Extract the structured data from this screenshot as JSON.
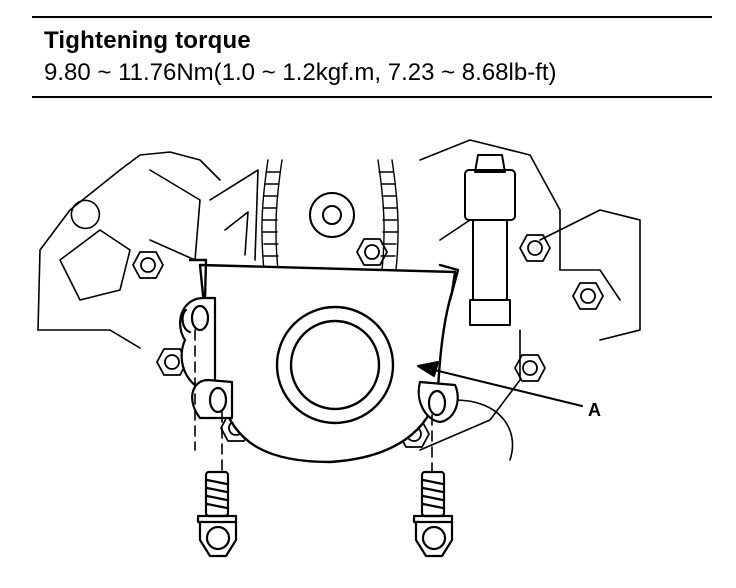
{
  "spec": {
    "title": "Tightening torque",
    "value": "9.80 ~ 11.76Nm(1.0 ~ 1.2kgf.m, 7.23 ~ 8.68lb-ft)"
  },
  "diagram": {
    "callouts": [
      {
        "id": "A",
        "label": "A"
      }
    ]
  }
}
